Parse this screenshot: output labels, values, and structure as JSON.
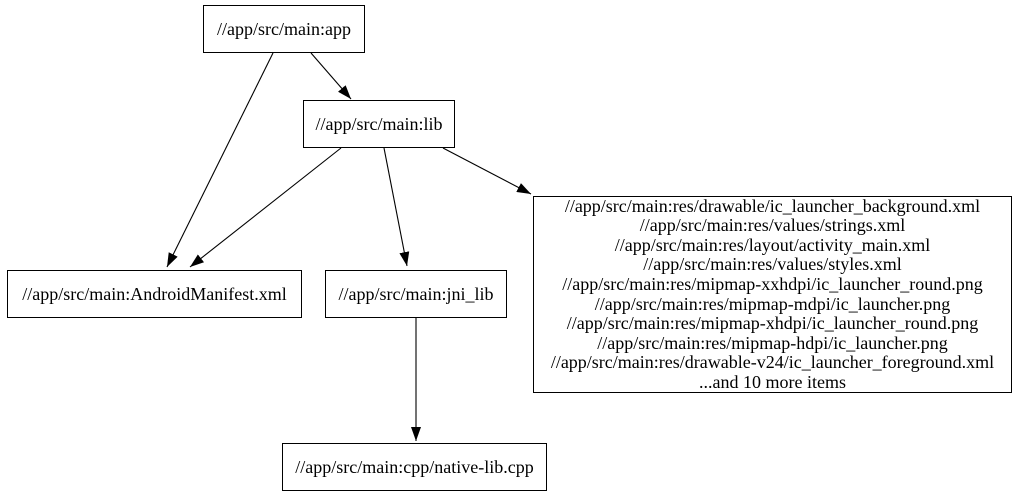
{
  "diagram": {
    "type": "dependency-graph",
    "background_color": "#ffffff",
    "node_border_color": "#000000",
    "text_color": "#000000",
    "nodes": {
      "app": {
        "label": "//app/src/main:app"
      },
      "lib": {
        "label": "//app/src/main:lib"
      },
      "manifest": {
        "label": "//app/src/main:AndroidManifest.xml"
      },
      "jni_lib": {
        "label": "//app/src/main:jni_lib"
      },
      "res_group": {
        "lines": [
          "//app/src/main:res/drawable/ic_launcher_background.xml",
          "//app/src/main:res/values/strings.xml",
          "//app/src/main:res/layout/activity_main.xml",
          "//app/src/main:res/values/styles.xml",
          "//app/src/main:res/mipmap-xxhdpi/ic_launcher_round.png",
          "//app/src/main:res/mipmap-mdpi/ic_launcher.png",
          "//app/src/main:res/mipmap-xhdpi/ic_launcher_round.png",
          "//app/src/main:res/mipmap-hdpi/ic_launcher.png",
          "//app/src/main:res/drawable-v24/ic_launcher_foreground.xml",
          "...and 10 more items"
        ]
      },
      "native": {
        "label": "//app/src/main:cpp/native-lib.cpp"
      }
    },
    "edges": [
      {
        "from": "app",
        "to": "lib"
      },
      {
        "from": "app",
        "to": "manifest"
      },
      {
        "from": "lib",
        "to": "manifest"
      },
      {
        "from": "lib",
        "to": "jni_lib"
      },
      {
        "from": "lib",
        "to": "res_group"
      },
      {
        "from": "jni_lib",
        "to": "native"
      }
    ]
  }
}
